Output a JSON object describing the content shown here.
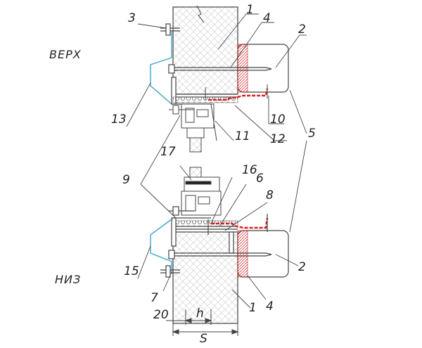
{
  "captions": {
    "top": "ВЕРХ",
    "bottom": "НИЗ"
  },
  "callouts": {
    "n1a": "1",
    "n4a": "4",
    "n2a": "2",
    "n3": "3",
    "n13": "13",
    "n10": "10",
    "n11": "11",
    "n12": "12",
    "n5": "5",
    "n17": "17",
    "n16": "16",
    "n6": "6",
    "n8": "8",
    "n9": "9",
    "n15": "15",
    "n2b": "2",
    "n7": "7",
    "n20": "20",
    "n1b": "1",
    "n4b": "4"
  },
  "dimensions": {
    "h": "h",
    "s": "S"
  },
  "colors": {
    "line": "#444444",
    "bracket": "#3aa7c9",
    "seal": "#d42020",
    "insulation": "#777777"
  }
}
